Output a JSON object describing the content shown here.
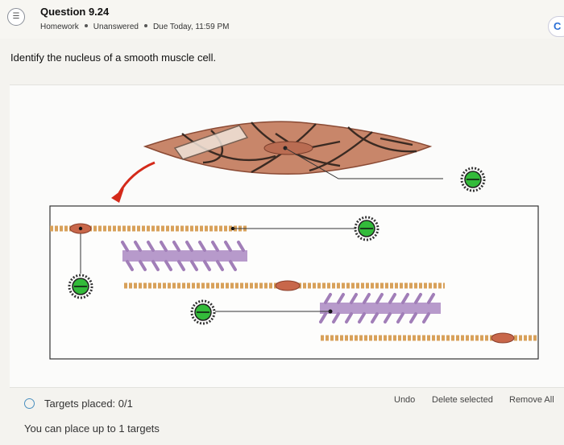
{
  "header": {
    "title": "Question 9.24",
    "category": "Homework",
    "status": "Unanswered",
    "due": "Due Today, 11:59 PM"
  },
  "prompt": "Identify the nucleus of a smooth muscle cell.",
  "footer": {
    "targets_placed": "Targets placed: 0/1",
    "limit_text": "You can place up to 1 targets",
    "undo_label": "Undo",
    "delete_label": "Delete selected",
    "remove_all_label": "Remove All"
  },
  "colors": {
    "cell_fill": "#c8866a",
    "membrane": "#3a2a22",
    "target_green": "#33bb3a",
    "myosin": "#b79acb",
    "filament": "#d8a15a",
    "dense_body": "#c8674a",
    "arrow": "#d42a1a"
  },
  "icons": {
    "question": "question-list-icon",
    "target": "target-marker-icon",
    "pointer": "red-curved-arrow-icon"
  }
}
